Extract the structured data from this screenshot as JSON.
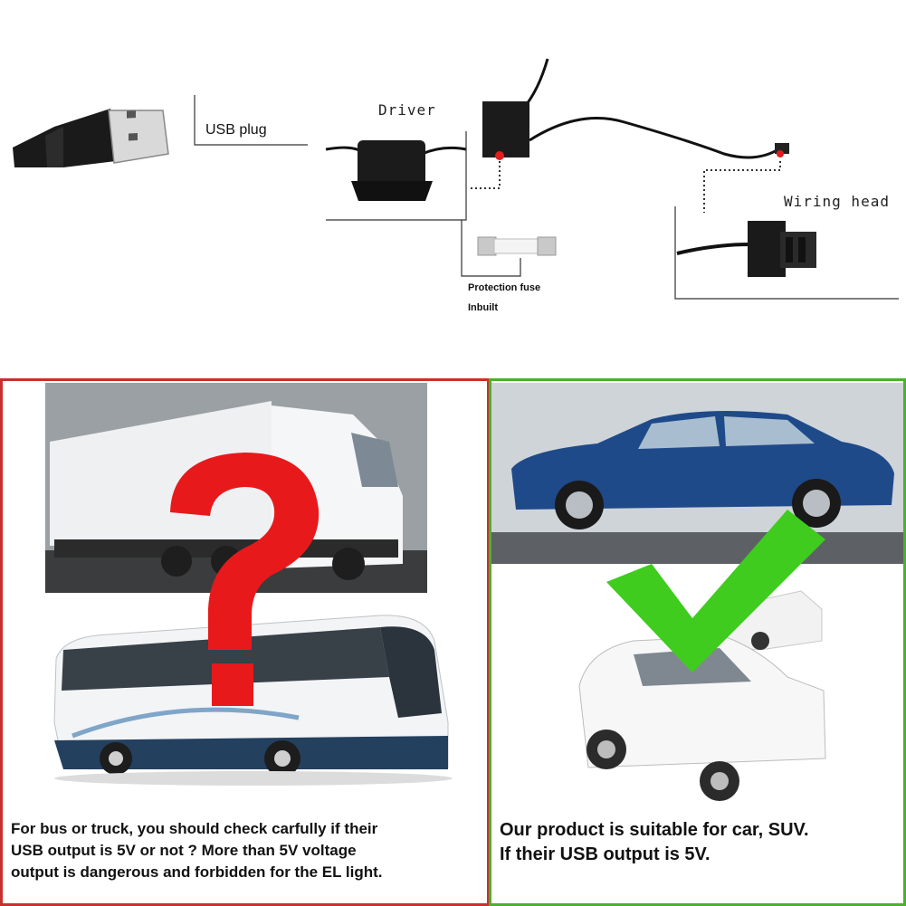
{
  "diagram": {
    "labels": {
      "usb_plug": "USB plug",
      "driver": "Driver",
      "wiring_head": "Wiring head",
      "protection_fuse": "Protection fuse",
      "inbuilt": "Inbuilt"
    }
  },
  "panels": {
    "left": {
      "caption_lines": [
        "For bus or truck, you should check carfully if their",
        "USB output is 5V or not ?  More than 5V voltage",
        "output is dangerous and forbidden for the EL light."
      ],
      "mark": "question-mark",
      "mark_color": "#e8191b",
      "border_color": "#c8302f"
    },
    "right": {
      "caption_lines": [
        "Our product is suitable for car, SUV.",
        "If their USB output is 5V."
      ],
      "mark": "check-mark",
      "mark_color": "#3fcc1e",
      "border_color": "#4caf2f"
    }
  }
}
